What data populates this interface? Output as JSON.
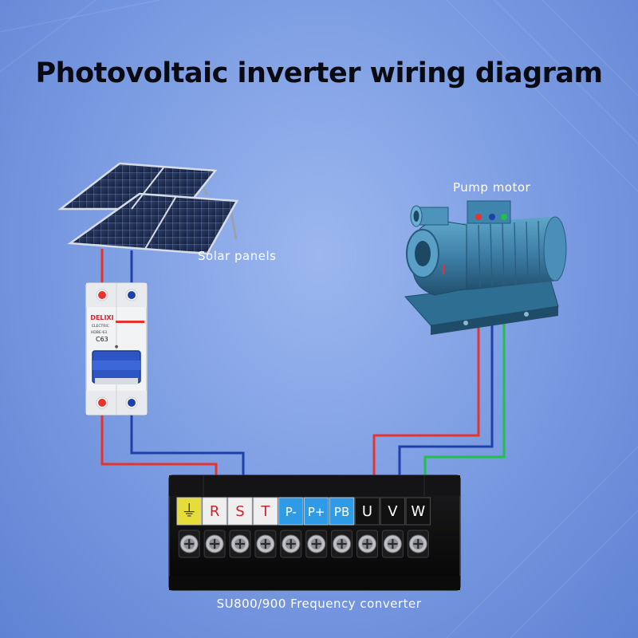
{
  "title": "Photovoltaic inverter wiring diagram",
  "labels": {
    "solar_panels": "Solar panels",
    "pump_motor": "Pump motor",
    "converter": "SU800/900 Frequency converter"
  },
  "breaker": {
    "brand": "DELIXI",
    "sub": "ELECTRIC",
    "model": "HDBE-63",
    "rating": "C63"
  },
  "terminals": [
    "⏚",
    "R",
    "S",
    "T",
    "P-",
    "P+",
    "PB",
    "U",
    "V",
    "W"
  ],
  "wire_colors": {
    "red": "#e8322e",
    "blue": "#1e40a8",
    "green": "#22c04a"
  }
}
